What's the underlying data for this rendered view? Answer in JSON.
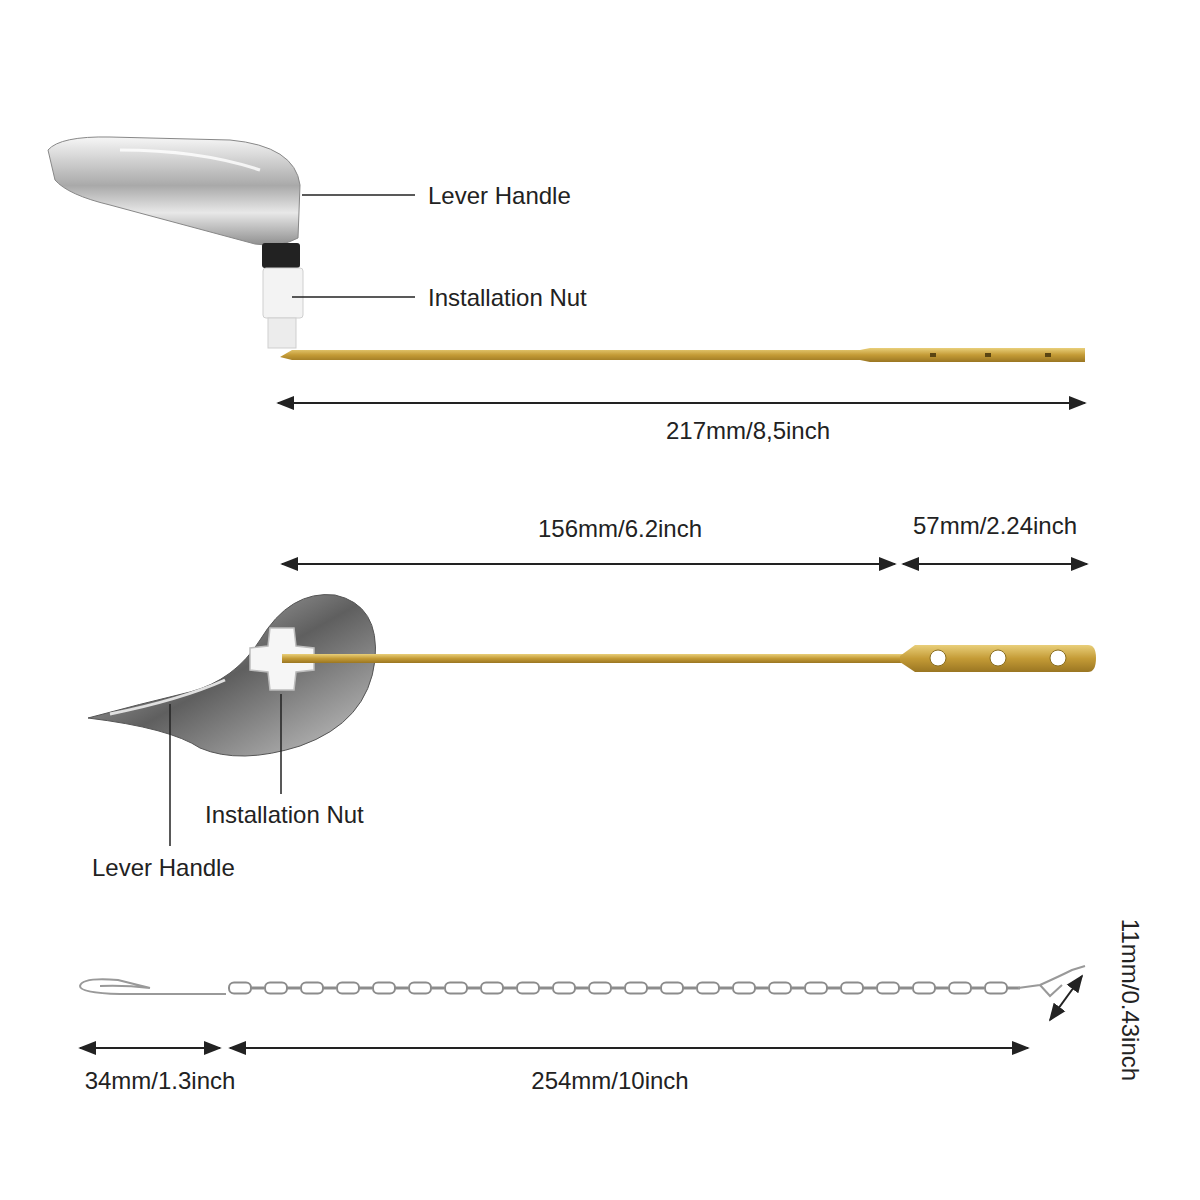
{
  "diagram": {
    "labels": [
      "Lever Handle",
      "Installation Nut",
      "217mm/8,5inch",
      "156mm/6.2inch",
      "57mm/2.24inch",
      "Installation Nut",
      "Lever Handle",
      "34mm/1.3inch",
      "254mm/10inch",
      "11mm/0.43inch"
    ]
  }
}
